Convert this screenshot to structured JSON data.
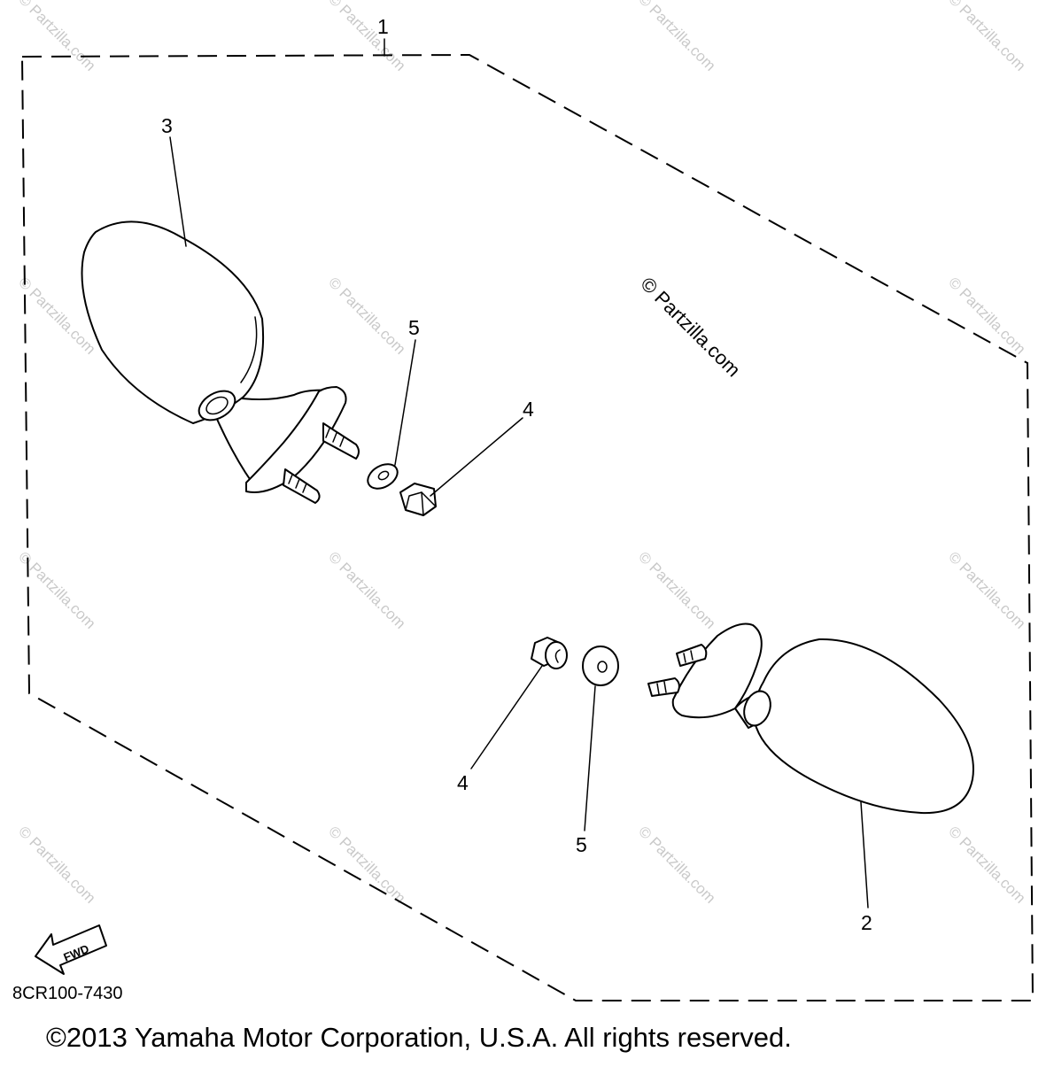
{
  "diagram": {
    "callouts": {
      "kit": "1",
      "mirror_right": "2",
      "mirror_left": "3",
      "nut_left": "4",
      "washer_left": "5",
      "nut_right": "4",
      "washer_right": "5"
    },
    "direction_label": "FWD",
    "diagram_code": "8CR100-7430",
    "watermark": "© Partzilla.com",
    "copyright": "©2013 Yamaha Motor Corporation, U.S.A. All rights reserved."
  },
  "colors": {
    "line": "#000000",
    "background": "#ffffff",
    "watermark": "#c9c9c9"
  }
}
